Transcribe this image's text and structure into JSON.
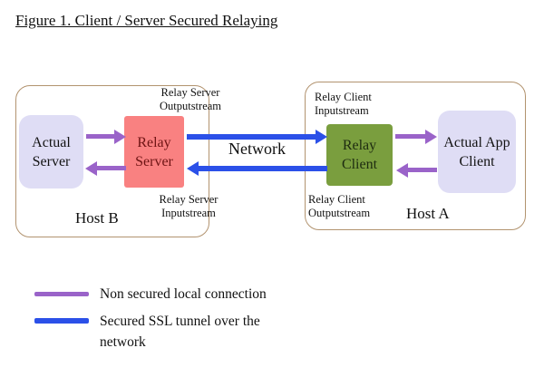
{
  "title": "Figure 1. Client / Server Secured Relaying",
  "colors": {
    "non_secured_purple": "#9a63c9",
    "secured_blue": "#2b50e8",
    "relay_server_bg": "#f98181",
    "relay_client_bg": "#7a9e3e",
    "endpoint_bg": "#dfddf5",
    "host_border": "#b2936f"
  },
  "diagram": {
    "network_label": "Network",
    "host_b": {
      "label": "Host B",
      "actual_server": "Actual Server",
      "relay_server": "Relay Server",
      "outputstream_label": "Relay Server Outputstream",
      "inputstream_label": "Relay Server Inputstream"
    },
    "host_a": {
      "label": "Host A",
      "relay_client": "Relay Client",
      "actual_app_client": "Actual App Client",
      "inputstream_label": "Relay Client Inputstream",
      "outputstream_label": "Relay Client Outputstream"
    }
  },
  "legend": {
    "non_secured_label": "Non secured local connection",
    "secured_label": "Secured SSL tunnel over the network"
  }
}
